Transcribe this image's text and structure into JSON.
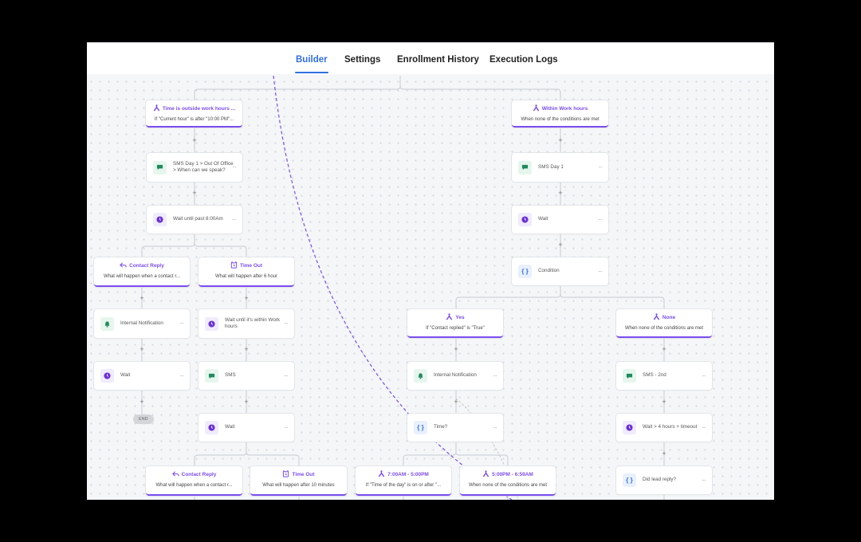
{
  "tabs": [
    {
      "label": "Builder",
      "active": true
    },
    {
      "label": "Settings"
    },
    {
      "label": "Enrollment History"
    },
    {
      "label": "Execution Logs"
    }
  ],
  "colors": {
    "accent": "#7b4df0",
    "tab_active": "#2f6fe0",
    "sms_green": "#1f8a5a",
    "condition_blue": "#2f6fe0"
  },
  "nodes": [
    {
      "id": "b1",
      "type": "branch",
      "icon": "branch-icon",
      "title": "Time is outside work hours ...",
      "sub": "If \"Current hour\" is after \"10:00 PM\"..."
    },
    {
      "id": "b2",
      "type": "branch",
      "icon": "branch-icon",
      "title": "Within Work hours",
      "sub": "When none of the conditions are met"
    },
    {
      "id": "a1",
      "type": "action",
      "icon": "sms-icon",
      "label": "SMS Day 1 > Out Of Office > When can we speak?"
    },
    {
      "id": "a2",
      "type": "action",
      "icon": "clock-icon",
      "label": "Wait until past 8:00Am"
    },
    {
      "id": "a3",
      "type": "action",
      "icon": "sms-icon",
      "label": "SMS Day 1"
    },
    {
      "id": "a4",
      "type": "action",
      "icon": "clock-icon",
      "label": "Wait"
    },
    {
      "id": "a5",
      "type": "action",
      "icon": "condition-icon",
      "label": "Condition"
    },
    {
      "id": "b3",
      "type": "branch",
      "icon": "reply-icon",
      "title": "Contact Reply",
      "sub": "What will happen when a contact r..."
    },
    {
      "id": "b4",
      "type": "branch",
      "icon": "alarm-icon",
      "title": "Time Out",
      "sub": "What will happen after 6 hour"
    },
    {
      "id": "a6",
      "type": "action",
      "icon": "bell-icon",
      "label": "Internal Notification"
    },
    {
      "id": "a7",
      "type": "action",
      "icon": "clock-icon",
      "label": "Wait until it's within Work hours"
    },
    {
      "id": "a8",
      "type": "action",
      "icon": "clock-icon",
      "label": "Wait"
    },
    {
      "id": "a9",
      "type": "action",
      "icon": "sms-icon",
      "label": "SMS"
    },
    {
      "id": "a10",
      "type": "action",
      "icon": "clock-icon",
      "label": "Wait"
    },
    {
      "id": "b5",
      "type": "branch",
      "icon": "branch-icon",
      "title": "Yes",
      "sub": "If \"Contact replied\" is \"True\""
    },
    {
      "id": "b6",
      "type": "branch",
      "icon": "branch-icon",
      "title": "None",
      "sub": "When none of the conditions are met"
    },
    {
      "id": "a11",
      "type": "action",
      "icon": "bell-icon",
      "label": "Internal Notification"
    },
    {
      "id": "a12",
      "type": "action",
      "icon": "condition-icon",
      "label": "Time?"
    },
    {
      "id": "a13",
      "type": "action",
      "icon": "sms-icon",
      "label": "SMS - 2nd"
    },
    {
      "id": "a14",
      "type": "action",
      "icon": "clock-icon",
      "label": "Wait > 4 hours + timeout"
    },
    {
      "id": "a15",
      "type": "action",
      "icon": "condition-icon",
      "label": "Did lead reply?"
    },
    {
      "id": "b7",
      "type": "branch",
      "icon": "reply-icon",
      "title": "Contact Reply",
      "sub": "What will happen when a contact r..."
    },
    {
      "id": "b8",
      "type": "branch",
      "icon": "alarm-icon",
      "title": "Time Out",
      "sub": "What will happen after 10 minutes"
    },
    {
      "id": "b9",
      "type": "branch",
      "icon": "branch-icon",
      "title": "7:00AM - 5:00PM",
      "sub": "If \"Time of the day\" is on or after \"..."
    },
    {
      "id": "b10",
      "type": "branch",
      "icon": "branch-icon",
      "title": "5:00PM - 6:59AM",
      "sub": "When none of the conditions are met"
    }
  ],
  "end_label": "END"
}
